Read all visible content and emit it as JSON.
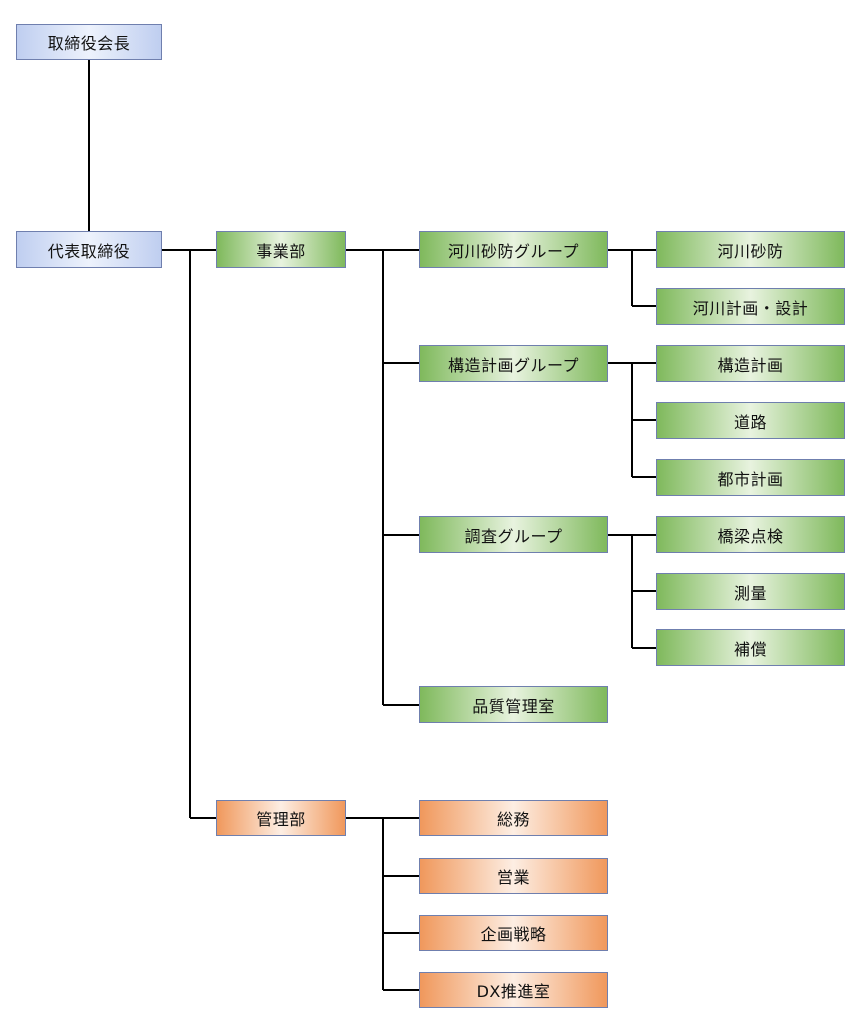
{
  "colors": {
    "line": "#000000",
    "executive": "#bfcef0",
    "business": "#7fb95c",
    "admin": "#f0985c"
  },
  "nodes": {
    "chairman": "取締役会長",
    "president": "代表取締役",
    "business_dept": "事業部",
    "river_group": "河川砂防グループ",
    "river_sabo": "河川砂防",
    "river_planning_design": "河川計画・設計",
    "structure_group": "構造計画グループ",
    "structure_planning": "構造計画",
    "roads": "道路",
    "urban_planning": "都市計画",
    "survey_group": "調査グループ",
    "bridge_inspection": "橋梁点検",
    "surveying": "測量",
    "compensation": "補償",
    "quality_office": "品質管理室",
    "admin_dept": "管理部",
    "general_affairs": "総務",
    "sales": "営業",
    "strategy": "企画戦略",
    "dx_office": "DX推進室"
  }
}
